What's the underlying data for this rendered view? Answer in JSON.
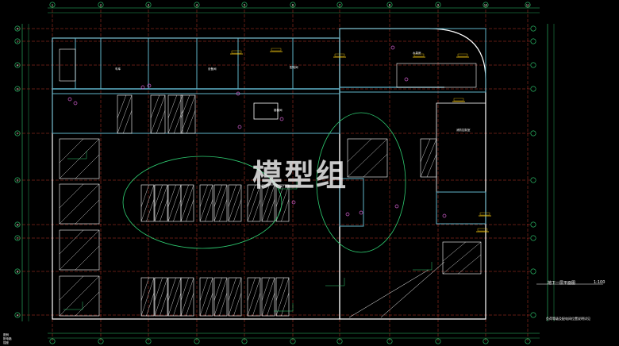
{
  "drawing": {
    "title": "地下一层平面图",
    "scale": "1:100",
    "note": "负荷等级及配电间位置说明详见",
    "watermark": "模型组",
    "legend": [
      "图例",
      "配电箱",
      "插座"
    ],
    "col_axes": [
      "1",
      "2",
      "3",
      "4",
      "5",
      "6",
      "7",
      "8",
      "9",
      "10",
      "11"
    ],
    "row_axes": [
      "K",
      "J",
      "H",
      "G",
      "F",
      "E",
      "D",
      "C",
      "B",
      "A"
    ],
    "room_labels": [
      "车库",
      "设备间",
      "配电间",
      "水泵房",
      "楼梯间",
      "消防控制室"
    ],
    "colors": {
      "background": "#000000",
      "axis_red": "#c0392b",
      "wall_cyan": "#5fb3c9",
      "wall_white": "#ffffff",
      "green": "#2ecc71",
      "yellow": "#f1c40f",
      "magenta": "#d35fd0"
    }
  }
}
